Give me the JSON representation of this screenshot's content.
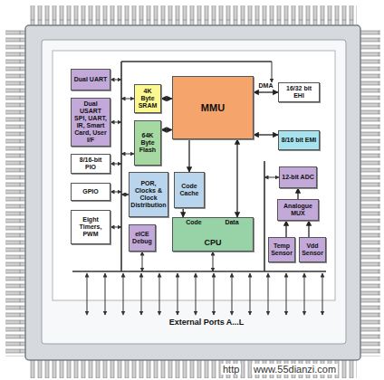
{
  "diagram": {
    "nodes": [
      {
        "text": [
          "Dual UART"
        ]
      },
      {
        "text": [
          "Dual USART SPI, UART, IR, Smart Card, User I/F"
        ]
      },
      {
        "text": [
          "8/16-bit PIO"
        ]
      },
      {
        "text": [
          "GPIO"
        ]
      },
      {
        "text": [
          "Eight Timers, PWM"
        ]
      },
      {
        "text": [
          "4K Byte SRAM"
        ]
      },
      {
        "text": [
          "MMU"
        ]
      },
      {
        "text": [
          "64K Byte Flash"
        ]
      },
      {
        "text": [
          "POR, Clocks & Clock Distribution"
        ]
      },
      {
        "text": [
          "Code Cache"
        ]
      },
      {
        "text": [
          "Code",
          "Data",
          "CPU"
        ]
      },
      {
        "text": [
          "eICE Debug"
        ]
      },
      {
        "text": [
          "16/32 bit EHI"
        ]
      },
      {
        "text": [
          "8/16 bit EMI"
        ]
      },
      {
        "text": [
          "12-bit ADC"
        ]
      },
      {
        "text": [
          "Analogue MUX"
        ]
      },
      {
        "text": [
          "Temp Sensor"
        ]
      },
      {
        "text": [
          "Vdd Sensor"
        ]
      }
    ],
    "edges": [
      {
        "from": 5,
        "to": 6,
        "arrow": "both"
      },
      {
        "from": 7,
        "to": 6,
        "arrow": "both"
      },
      {
        "from": 6,
        "to": 9,
        "arrow": "to"
      },
      {
        "from": 9,
        "to": 10,
        "arrow": "to"
      },
      {
        "from": 10,
        "to": 6,
        "arrow": "both"
      },
      {
        "from": 6,
        "to": 12,
        "label": "DMA",
        "arrow": "both"
      },
      {
        "from": 6,
        "to": 13,
        "arrow": "both"
      },
      {
        "from": 15,
        "to": 14,
        "arrow": "to"
      },
      {
        "from": 16,
        "to": 15,
        "arrow": "to"
      },
      {
        "from": 17,
        "to": 15,
        "arrow": "to"
      }
    ],
    "labels": [
      "External Ports A...L",
      "http",
      "www.55dianzi.com"
    ]
  }
}
